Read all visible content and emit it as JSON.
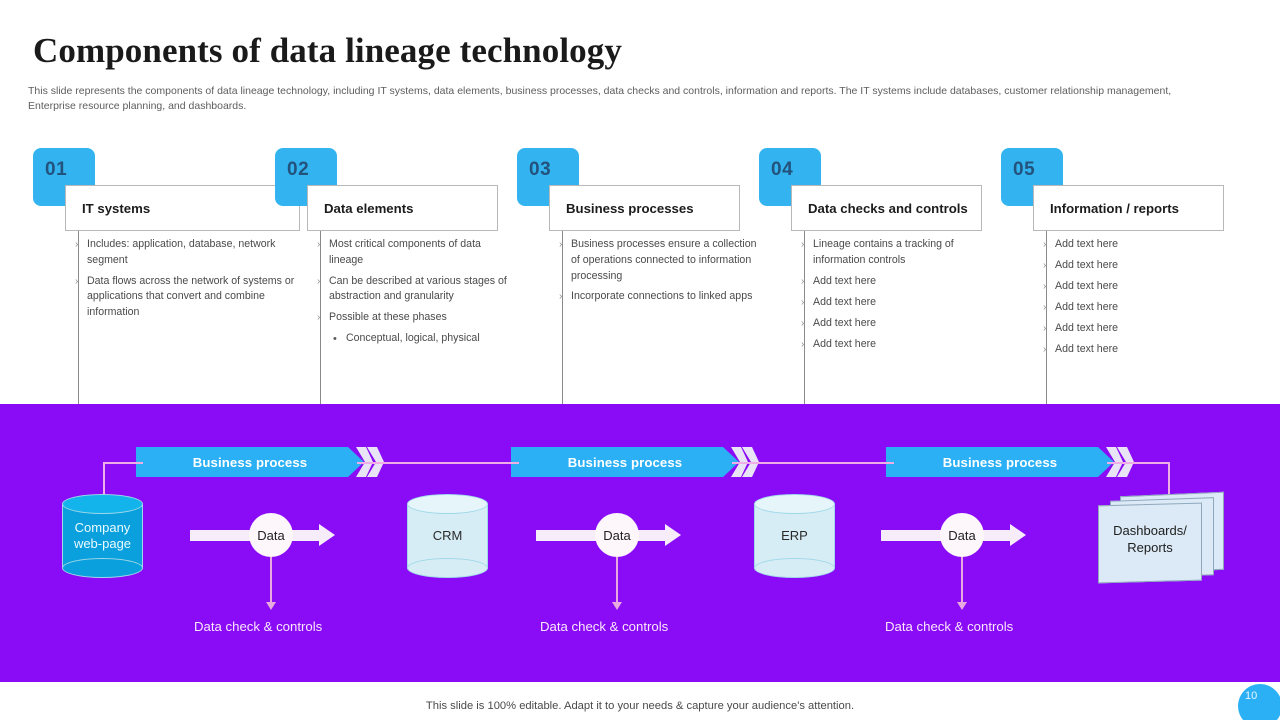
{
  "slide": {
    "title": "Components of data lineage technology",
    "subtitle": "This slide represents the components of data lineage technology, including IT systems, data elements, business processes, data checks and controls, information and reports. The IT systems include databases, customer relationship management, Enterprise resource planning, and dashboards.",
    "footer_note": "This slide is 100% editable. Adapt it to your needs & capture your audience's attention.",
    "page_number": "10",
    "accent_blue": "#33b4f0",
    "band_purple": "#8a0cf7",
    "number_text_color": "#23527c"
  },
  "cards": [
    {
      "number": "01",
      "title": "IT systems",
      "bullets": [
        {
          "text": "Includes: application, database, network segment",
          "sub": []
        },
        {
          "text": "Data flows across the network of systems or applications that convert and combine information",
          "sub": []
        }
      ]
    },
    {
      "number": "02",
      "title": "Data elements",
      "bullets": [
        {
          "text": "Most critical components of data lineage",
          "sub": []
        },
        {
          "text": "Can be described at various stages of abstraction and granularity",
          "sub": []
        },
        {
          "text": "Possible at these phases",
          "sub": [
            "Conceptual, logical, physical"
          ]
        }
      ]
    },
    {
      "number": "03",
      "title": "Business processes",
      "bullets": [
        {
          "text": "Business processes ensure a collection of operations connected to information processing",
          "sub": []
        },
        {
          "text": "Incorporate connections to linked apps",
          "sub": []
        }
      ]
    },
    {
      "number": "04",
      "title": "Data checks and controls",
      "bullets": [
        {
          "text": "Lineage contains a tracking of information controls",
          "sub": []
        },
        {
          "text": "Add text here",
          "sub": []
        },
        {
          "text": "Add text here",
          "sub": []
        },
        {
          "text": "Add text here",
          "sub": []
        },
        {
          "text": "Add text here",
          "sub": []
        }
      ]
    },
    {
      "number": "05",
      "title": "Information / reports",
      "bullets": [
        {
          "text": "Add text here",
          "sub": []
        },
        {
          "text": "Add text here",
          "sub": []
        },
        {
          "text": "Add text here",
          "sub": []
        },
        {
          "text": "Add text here",
          "sub": []
        },
        {
          "text": "Add text here",
          "sub": []
        },
        {
          "text": "Add text here",
          "sub": []
        }
      ]
    }
  ],
  "diagram": {
    "process_banners": [
      {
        "label": "Business process"
      },
      {
        "label": "Business process"
      },
      {
        "label": "Business process"
      }
    ],
    "nodes": [
      {
        "id": "source",
        "label_line1": "Company",
        "label_line2": "web-page",
        "shape": "cylinder",
        "style": "dark"
      },
      {
        "id": "crm",
        "label_line1": "CRM",
        "label_line2": "",
        "shape": "cylinder",
        "style": "light"
      },
      {
        "id": "erp",
        "label_line1": "ERP",
        "label_line2": "",
        "shape": "cylinder",
        "style": "light"
      },
      {
        "id": "reports",
        "label_line1": "Dashboards/",
        "label_line2": "Reports",
        "shape": "document-stack",
        "style": "light"
      }
    ],
    "data_flows": [
      {
        "label": "Data",
        "check_label": "Data check & controls"
      },
      {
        "label": "Data",
        "check_label": "Data check & controls"
      },
      {
        "label": "Data",
        "check_label": "Data check & controls"
      }
    ]
  }
}
